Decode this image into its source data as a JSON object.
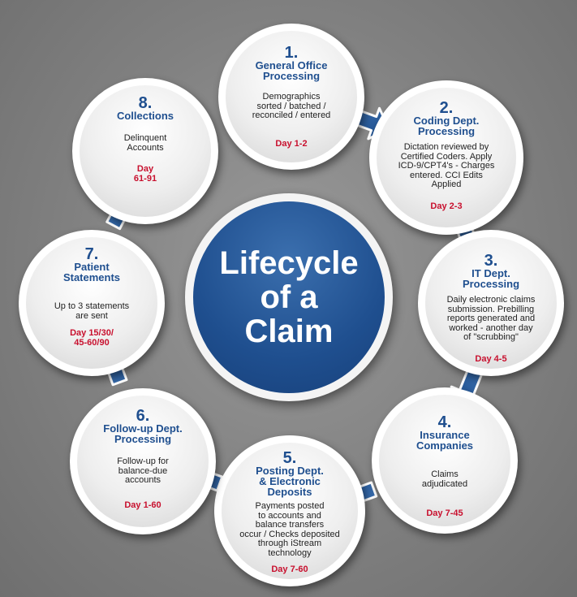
{
  "center": {
    "title": "Lifecycle\nof a\nClaim"
  },
  "steps": [
    {
      "number": "1",
      "title": "General Office\nProcessing",
      "description": "Demographics\nsorted / batched /\nreconciled / entered",
      "day": "Day 1-2"
    },
    {
      "number": "2",
      "title": "Coding Dept.\nProcessing",
      "description": "Dictation reviewed by\nCertified Coders. Apply\nICD-9/CPT4's - Charges\nentered. CCI Edits\nApplied",
      "day": "Day 2-3"
    },
    {
      "number": "3",
      "title": "IT Dept.\nProcessing",
      "description": "Daily electronic claims\nsubmission. Prebilling\nreports generated and\nworked - another day\nof \"scrubbing\"",
      "day": "Day 4-5"
    },
    {
      "number": "4",
      "title": "Insurance\nCompanies",
      "description": "Claims\nadjudicated",
      "day": "Day 7-45"
    },
    {
      "number": "5",
      "title": "Posting Dept.\n& Electronic\nDeposits",
      "description": "Payments posted\nto accounts and\nbalance transfers\noccur / Checks deposited\nthrough iStream\ntechnology",
      "day": "Day 7-60"
    },
    {
      "number": "6",
      "title": "Follow-up Dept.\nProcessing",
      "description": "Follow-up for\nbalance-due\naccounts",
      "day": "Day 1-60"
    },
    {
      "number": "7",
      "title": "Patient\nStatements",
      "description": "Up to 3 statements\nare sent",
      "day": "Day 15/30/\n45-60/90"
    },
    {
      "number": "8",
      "title": "Collections",
      "description": "Delinquent\nAccounts",
      "day": "Day\n61-91"
    }
  ],
  "colors": {
    "accent": "#1f4f8f",
    "day": "#c8102e",
    "background": "#808080"
  }
}
